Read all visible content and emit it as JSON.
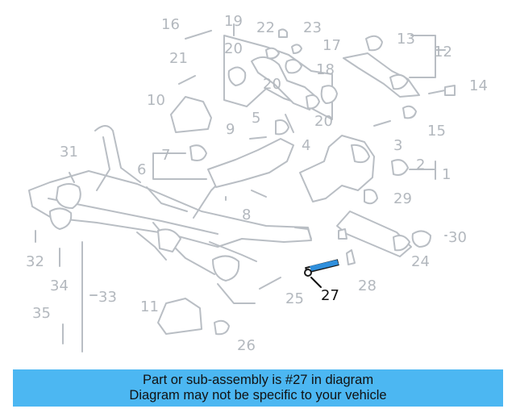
{
  "callouts": [
    "1",
    "2",
    "3",
    "4",
    "5",
    "6",
    "7",
    "8",
    "9",
    "10",
    "11",
    "12",
    "13",
    "14",
    "15",
    "16",
    "17",
    "18",
    "19",
    "20",
    "20",
    "20",
    "21",
    "22",
    "23",
    "24",
    "25",
    "26",
    "27",
    "28",
    "29",
    "30",
    "31",
    "32",
    "33",
    "34",
    "35"
  ],
  "highlight": "27",
  "banner": {
    "line1": "Part or sub-assembly is #27 in diagram",
    "line2": "Diagram may not be specific to your vehicle"
  },
  "colors": {
    "banner_bg": "#4cb7f2",
    "line_art": "#b9bec4",
    "highlight_part": "#2f8fdc"
  }
}
